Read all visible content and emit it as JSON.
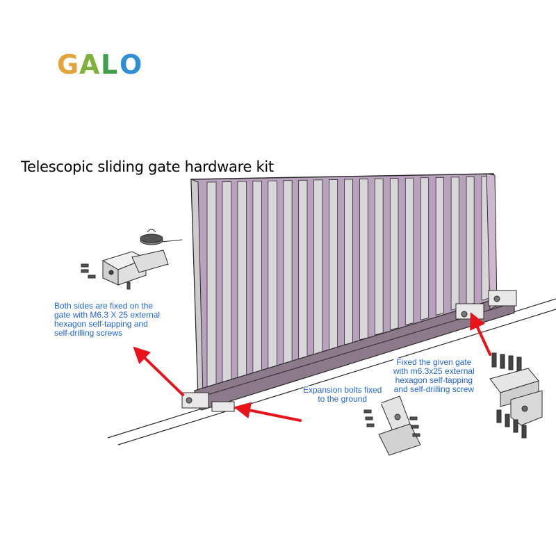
{
  "brand": {
    "logo_text": "GALO",
    "colors": [
      "#e4a43a",
      "#7fb23c",
      "#3f9e4a",
      "#2e8fd4"
    ]
  },
  "title": "Telescopic sliding gate hardware kit",
  "callouts": {
    "left": [
      "Both sides are fixed on the",
      "gate with M6.3 X 25 external",
      "hexagon self-tapping and",
      "self-drilling screws"
    ],
    "middle": [
      "Expansion bolts fixed",
      "to the ground"
    ],
    "right": [
      "Fixed the given gate",
      "with m6.3x25 external",
      "hexagon self-tapping",
      "and self-drilling screw"
    ]
  },
  "colors": {
    "gate_panel": "#b9a2bd",
    "slat": "#d8d6d8",
    "callout_text": "#1f63d6",
    "arrow": "#e8141b",
    "line": "#2a2a2a"
  },
  "icons": {
    "arrow": "red-arrow-icon",
    "bracket": "mounting-bracket-icon",
    "bolt": "bolt-icon",
    "wheel": "guide-wheel-icon"
  }
}
